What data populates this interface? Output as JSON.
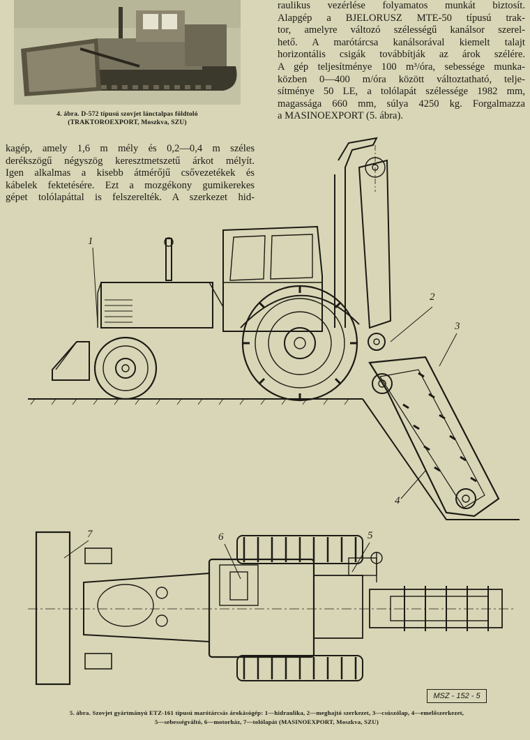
{
  "figure4": {
    "caption_line1": "4. ábra. D-572 típusú szovjet lánctalpas földtoló",
    "caption_line2": "(TRAKTOROEXPORT, Moszkva, SZU)"
  },
  "right_column": {
    "lines": [
      "raulikus vezérlése folyamatos munkát biztosít.",
      "Alapgép a BJELORUSZ MTE-50 típusú trak-",
      "tor, amelyre változó szélességű kanálsor szerel-",
      "hető. A marótárcsa kanálsorával kiemelt talajt",
      "horizontális csigák továbbítják az árok szélére.",
      "A gép teljesítménye 100 m³/óra, sebessége munka-",
      "közben 0—400 m/óra között változtatható, telje-",
      "sítménye 50 LE, a tolólapát szélessége 1982 mm,",
      "magassága 660 mm, súlya 4250 kg. Forgalmazza",
      "a MASINOEXPORT (5. ábra)."
    ]
  },
  "left_column": {
    "lines": [
      "kagép, amely 1,6 m mély és 0,2—0,4 m széles",
      "derékszögű négyszög keresztmetszetű árkot mélyít.",
      "Igen alkalmas a kisebb átmérőjű csővezetékek és",
      "kábelek fektetésére. Ezt a mozgékony gumikerekes",
      "gépet tolólapáttal is felszerelték. A szerkezet hid-"
    ]
  },
  "drawing_labels": {
    "n1": "1",
    "n2": "2",
    "n3": "3",
    "n4": "4",
    "n5": "5",
    "n6": "6",
    "n7": "7"
  },
  "stamp": "MSZ - 152 - 5",
  "figure5": {
    "caption_line1": "5. ábra. Szovjet gyártmányú ETZ-161 típusú marótárcsás árokásógép: 1—hidraulika, 2—meghajtó szerkezet, 3—csúszólap, 4—emelőszerkezet,",
    "caption_line2": "5—sebességváltó, 6—motorház, 7—tolólapát (MASINOEXPORT, Moszkva, SZU)"
  },
  "colors": {
    "paper": "#d8d6b6",
    "ink": "#1c1a14",
    "photo": "#bdbb9d"
  }
}
